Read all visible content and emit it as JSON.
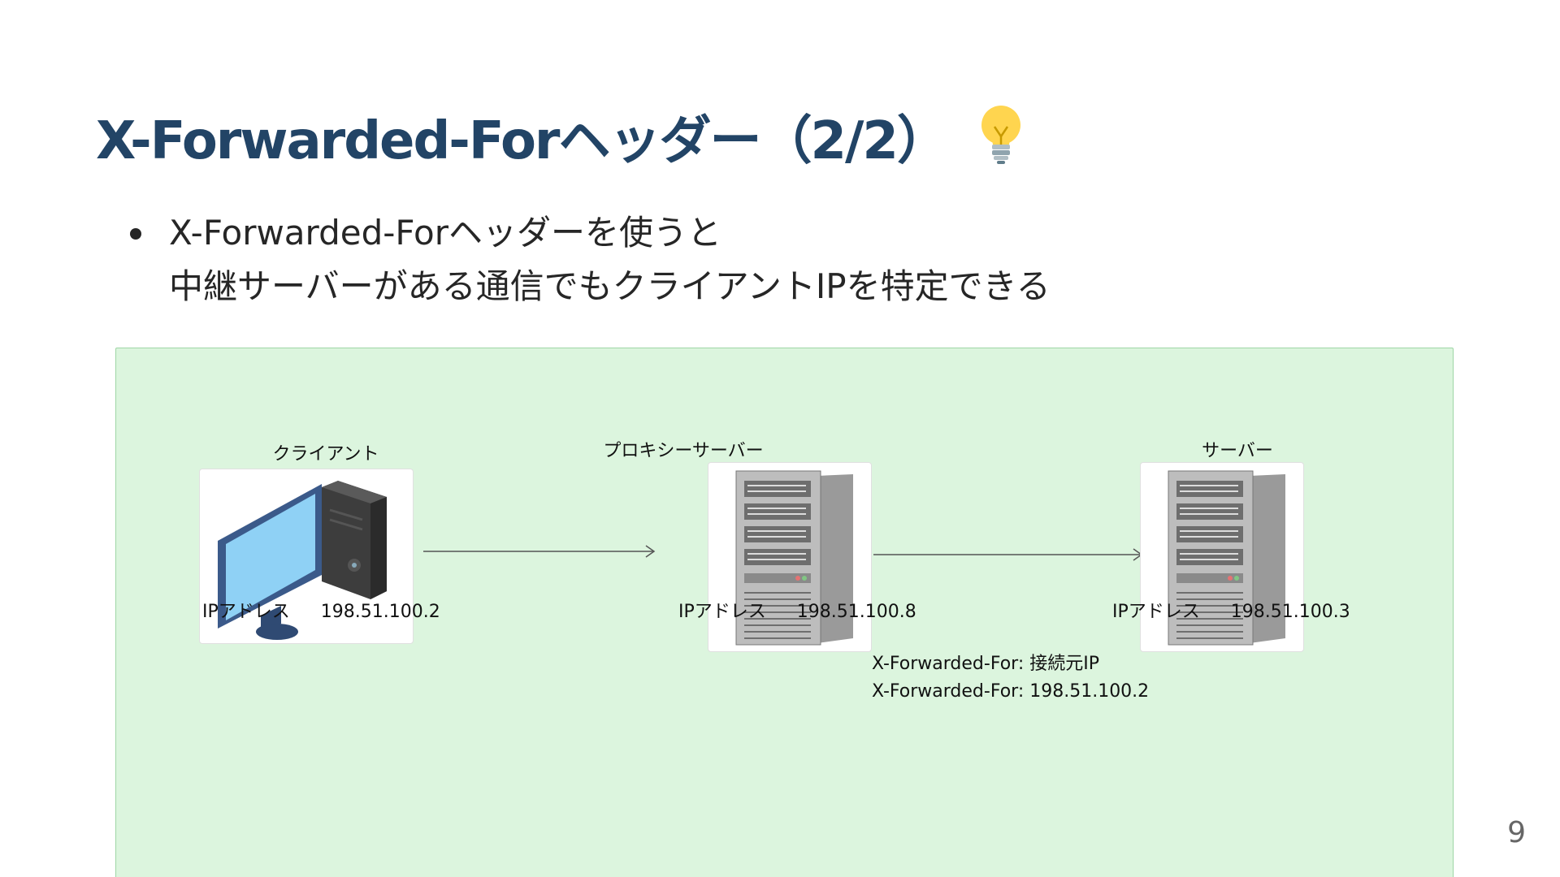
{
  "slide": {
    "title": "X-Forwarded-Forヘッダー（2/2）",
    "title_icon": "light-bulb-icon",
    "bullet_line1": "X-Forwarded-Forヘッダーを使うと",
    "bullet_line2": "中継サーバーがある通信でもクライアントIPを特定できる",
    "page_number": "9"
  },
  "diagram": {
    "background": "#dcf5de",
    "nodes": [
      {
        "label": "クライアント",
        "ip_label": "IPアドレス",
        "ip": "198.51.100.2",
        "icon": "desktop-computer-icon"
      },
      {
        "label": "プロキシーサーバー",
        "ip_label": "IPアドレス",
        "ip": "198.51.100.8",
        "icon": "server-tower-icon"
      },
      {
        "label": "サーバー",
        "ip_label": "IPアドレス",
        "ip": "198.51.100.3",
        "icon": "server-tower-icon"
      }
    ],
    "xff_line1": "X-Forwarded-For: 接続元IP",
    "xff_line2": "X-Forwarded-For: 198.51.100.2"
  },
  "colors": {
    "title": "#224466",
    "diagram_bg": "#dcf5de",
    "diagram_border": "#9fd6a6"
  }
}
